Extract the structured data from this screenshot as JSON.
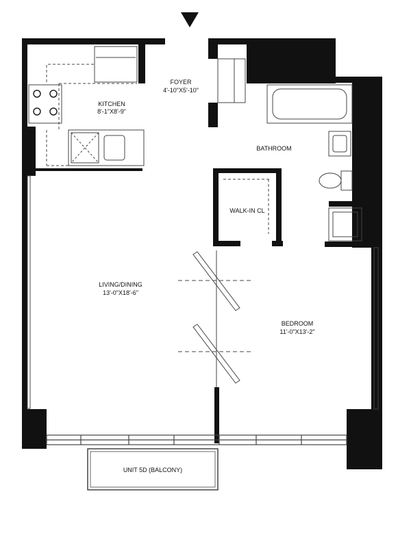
{
  "floor_plan": {
    "rooms": [
      {
        "name": "FOYER",
        "dimensions": "4'-10\"X5'-10\""
      },
      {
        "name": "KITCHEN",
        "dimensions": "8'-1\"X8'-9\""
      },
      {
        "name": "BATHROOM",
        "dimensions": ""
      },
      {
        "name": "WALK-IN CL",
        "dimensions": ""
      },
      {
        "name": "LIVING/DINING",
        "dimensions": "13'-0\"X18'-6\""
      },
      {
        "name": "BEDROOM",
        "dimensions": "11'-0\"X13'-2\""
      }
    ],
    "balcony_label": "UNIT 5D (BALCONY)",
    "entry_marker": "entry-arrow-icon",
    "wall_color": "#111111",
    "line_color": "#444444"
  }
}
